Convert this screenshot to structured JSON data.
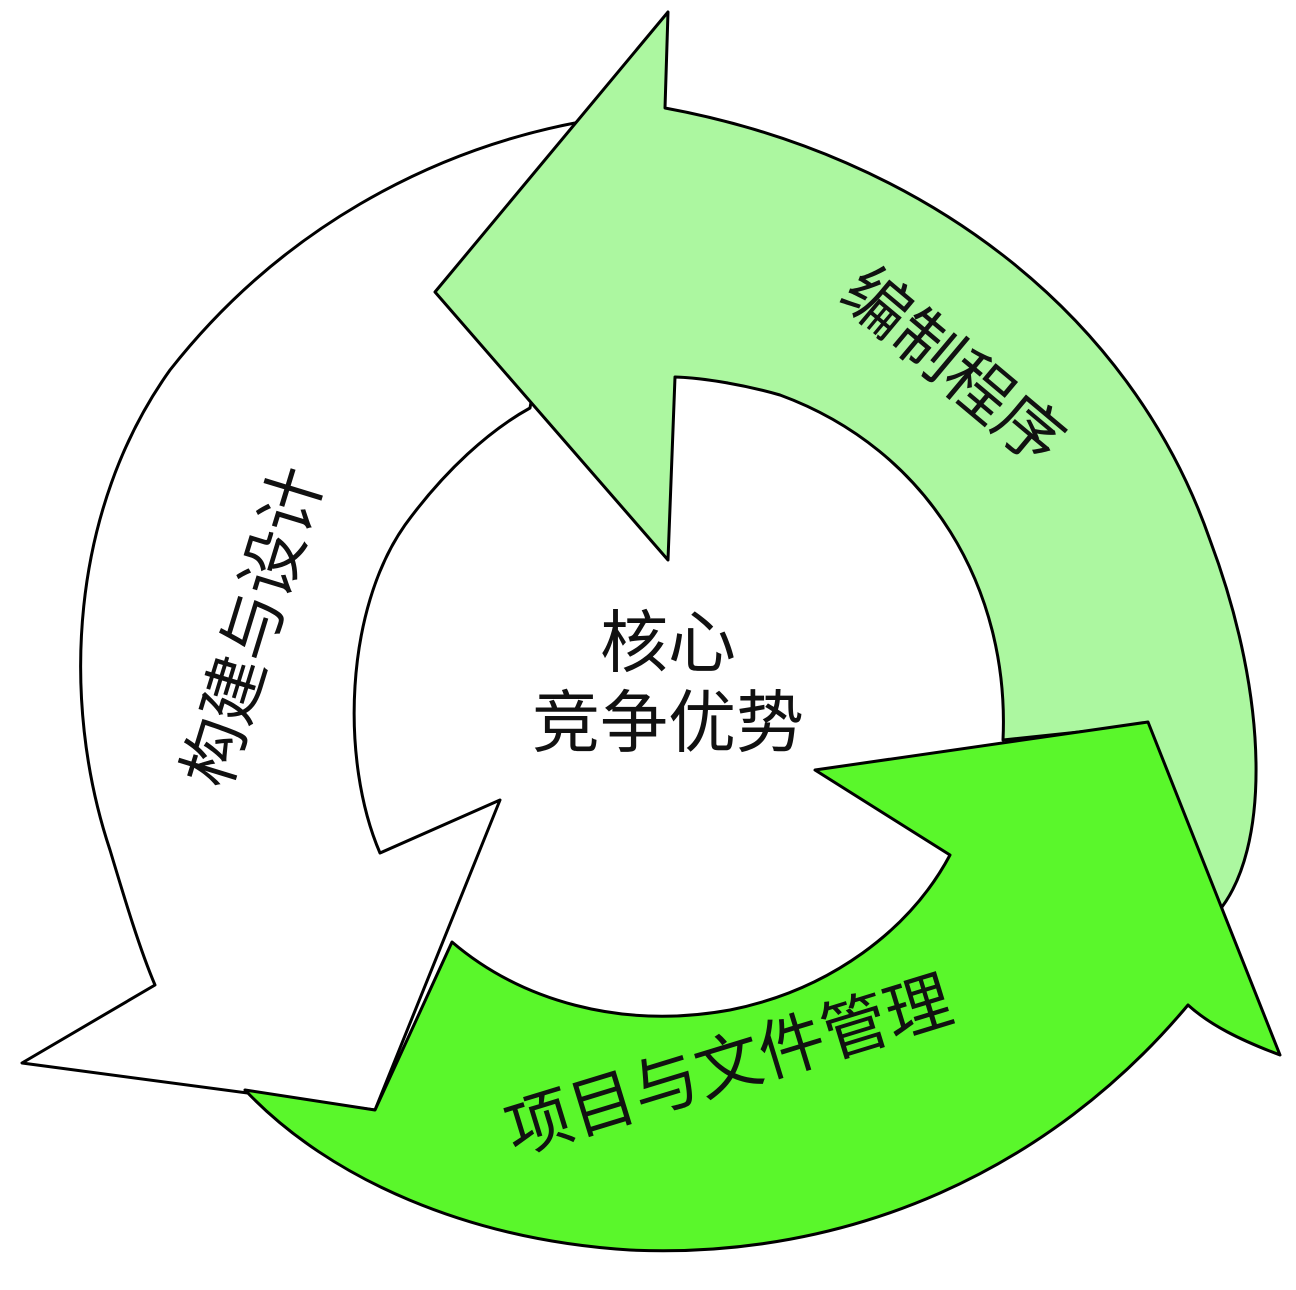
{
  "diagram": {
    "center": {
      "line1": "核心",
      "line2": "竞争优势"
    },
    "segments": [
      {
        "id": "build",
        "label": "构建与设计",
        "color": "#ffffff"
      },
      {
        "id": "program",
        "label": "编制程序",
        "color": "#acf7a0"
      },
      {
        "id": "manage",
        "label": "项目与文件管理",
        "color": "#5af72b"
      }
    ],
    "outline_color": "#000000"
  }
}
